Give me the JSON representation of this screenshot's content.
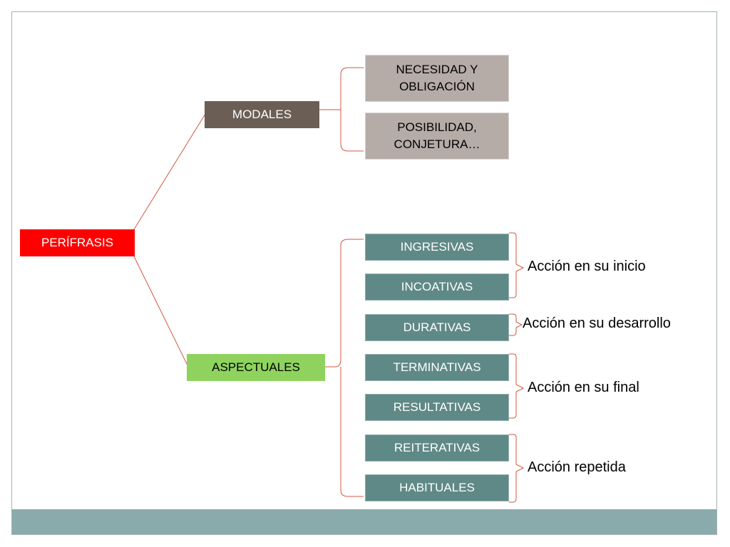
{
  "colors": {
    "root": "#ff0000",
    "modales": "#6b5e55",
    "modal_child": "#b5aca8",
    "aspectuales": "#8fd35e",
    "aspectual_child": "#5f8986",
    "connector": "#d0573f",
    "footer": "#8aabab"
  },
  "diagram": {
    "root": "PERÍFRASIS",
    "modales": {
      "label": "MODALES",
      "children": [
        "NECESIDAD Y\nOBLIGACIÓN",
        "POSIBILIDAD,\nCONJETURA…"
      ]
    },
    "aspectuales": {
      "label": "ASPECTUALES",
      "children": [
        "INGRESIVAS",
        "INCOATIVAS",
        "DURATIVAS",
        "TERMINATIVAS",
        "RESULTATIVAS",
        "REITERATIVAS",
        "HABITUALES"
      ]
    },
    "notes": [
      "Acción en su inicio",
      "Acción en su desarrollo",
      "Acción en su final",
      "Acción repetida"
    ]
  }
}
